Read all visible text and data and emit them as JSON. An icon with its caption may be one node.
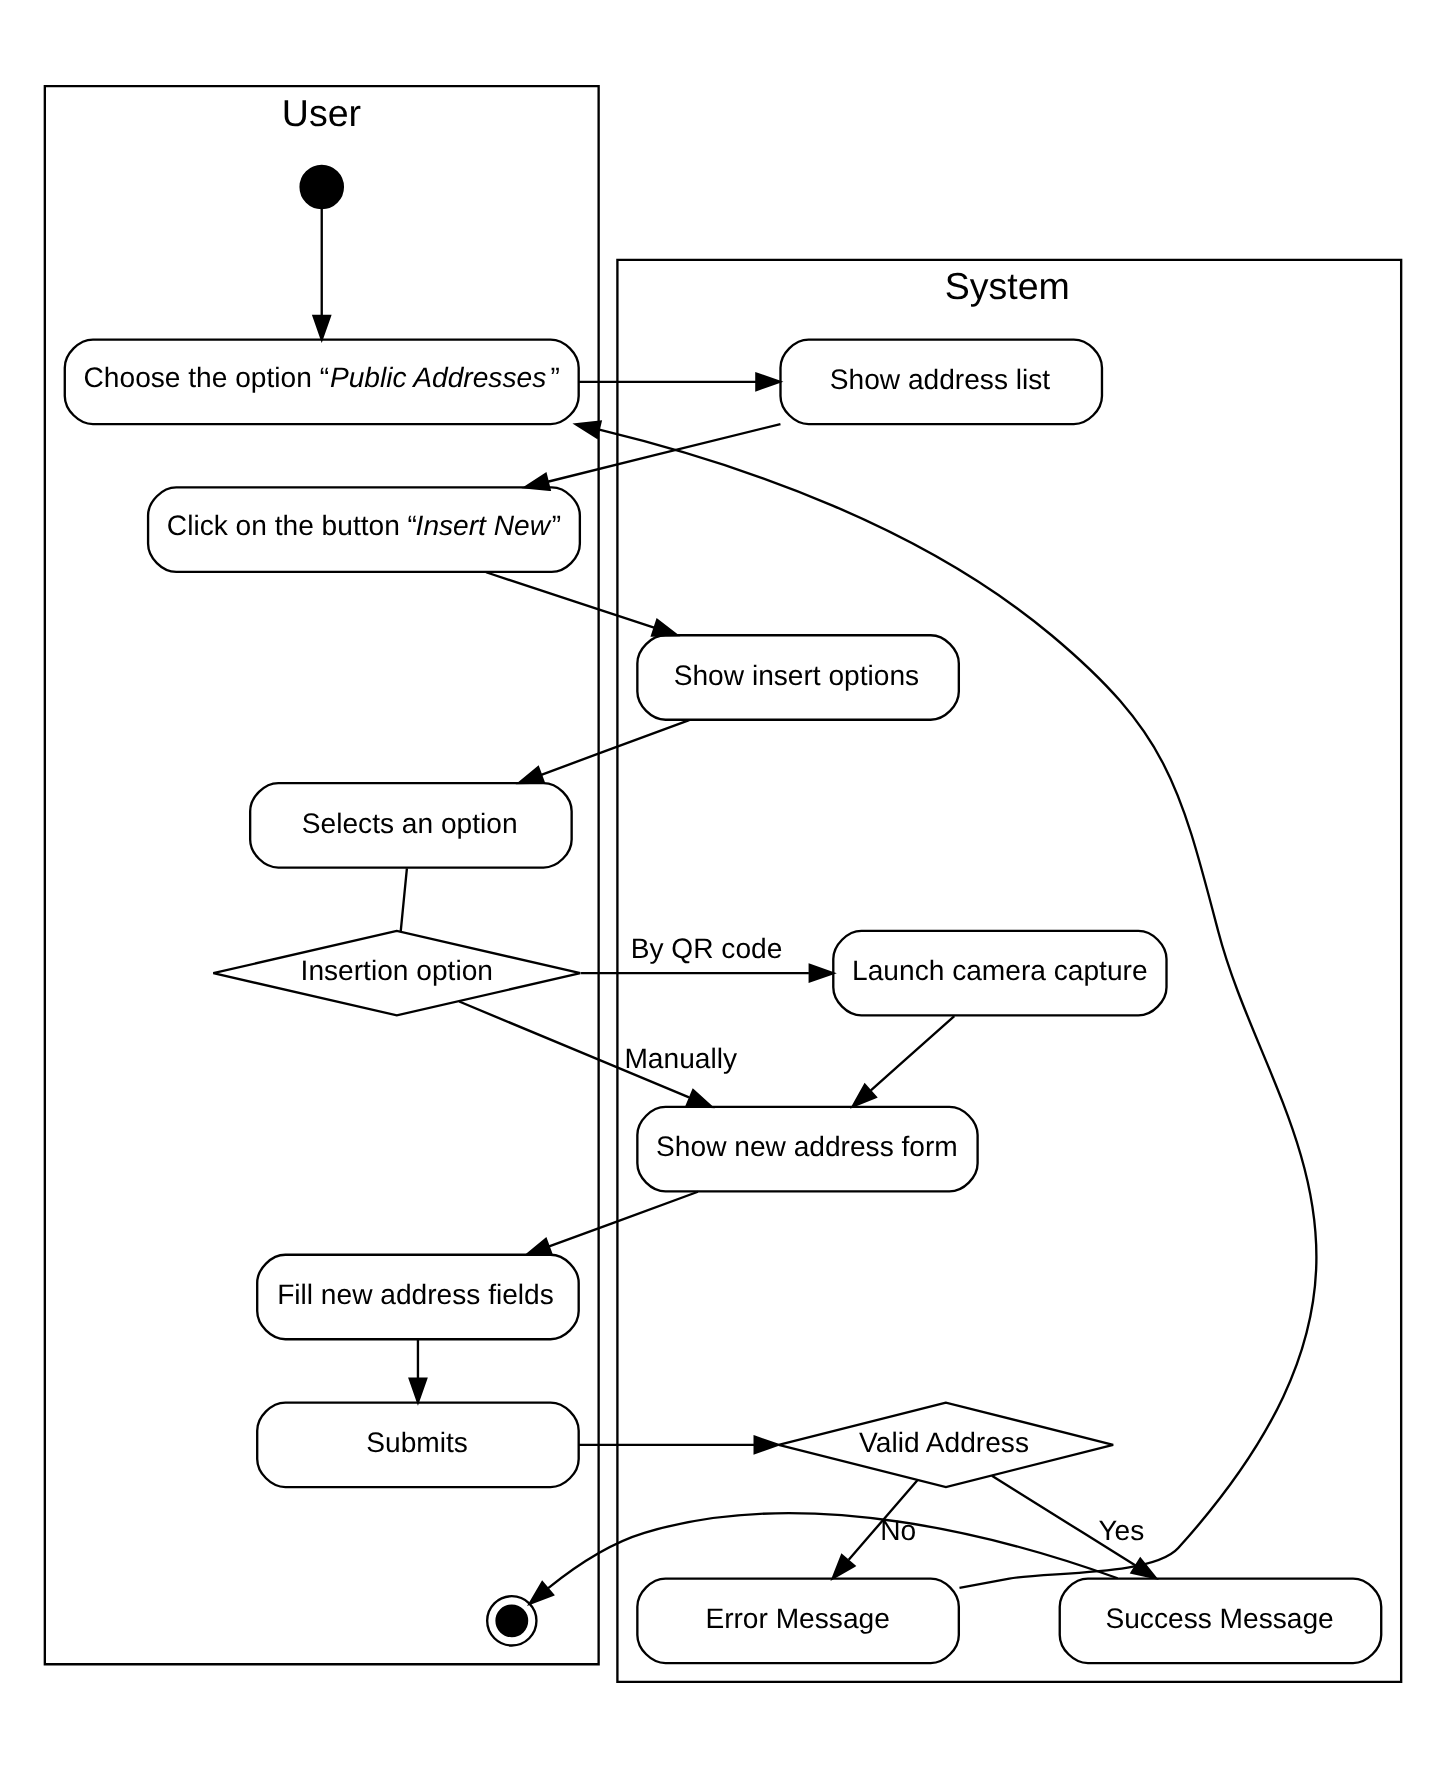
{
  "diagram": {
    "nodes": [
      {
        "text": [
          "User"
        ]
      },
      {
        "text": [
          "System"
        ]
      },
      {
        "text": [],
        "shape": "circle",
        "in": 0
      },
      {
        "text": [
          "Choose the option “*Public Addresses*”"
        ],
        "in": 0
      },
      {
        "text": [
          "Show address list"
        ],
        "in": 1
      },
      {
        "text": [
          "Click on the button “*Insert New*”"
        ],
        "in": 0
      },
      {
        "text": [
          "Show insert options"
        ],
        "in": 1
      },
      {
        "text": [
          "Selects an option"
        ],
        "in": 0
      },
      {
        "text": [
          "Insertion option"
        ],
        "in": 0
      },
      {
        "text": [
          "Launch camera capture"
        ],
        "in": 1
      },
      {
        "text": [
          "Show new address form"
        ],
        "in": 1
      },
      {
        "text": [
          "Fill new address fields"
        ],
        "in": 0
      },
      {
        "text": [
          "Submits"
        ],
        "in": 0
      },
      {
        "text": [
          "Valid Address"
        ],
        "in": 1
      },
      {
        "text": [
          "Error Message"
        ],
        "in": 1
      },
      {
        "text": [
          "Success Message"
        ],
        "in": 1
      },
      {
        "text": [],
        "shape": "circle",
        "in": 0
      }
    ],
    "edges": [
      {
        "from": 2,
        "to": 3,
        "arrow": "to"
      },
      {
        "from": 3,
        "to": 4,
        "arrow": "to"
      },
      {
        "from": 4,
        "to": 5,
        "arrow": "to"
      },
      {
        "from": 5,
        "to": 6,
        "arrow": "to"
      },
      {
        "from": 6,
        "to": 7,
        "arrow": "to"
      },
      {
        "from": 7,
        "to": 8,
        "arrow": "none"
      },
      {
        "from": 8,
        "to": 9,
        "label": "By QR code",
        "arrow": "to"
      },
      {
        "from": 8,
        "to": 10,
        "label": "Manually",
        "arrow": "to"
      },
      {
        "from": 9,
        "to": 10,
        "arrow": "to"
      },
      {
        "from": 10,
        "to": 11,
        "arrow": "to"
      },
      {
        "from": 11,
        "to": 12,
        "arrow": "to"
      },
      {
        "from": 12,
        "to": 13,
        "arrow": "to"
      },
      {
        "from": 13,
        "to": 14,
        "label": "No",
        "arrow": "to"
      },
      {
        "from": 13,
        "to": 15,
        "label": "Yes",
        "arrow": "to"
      },
      {
        "from": 14,
        "to": 3,
        "arrow": "to"
      },
      {
        "from": 15,
        "to": 16,
        "arrow": "to"
      }
    ]
  }
}
